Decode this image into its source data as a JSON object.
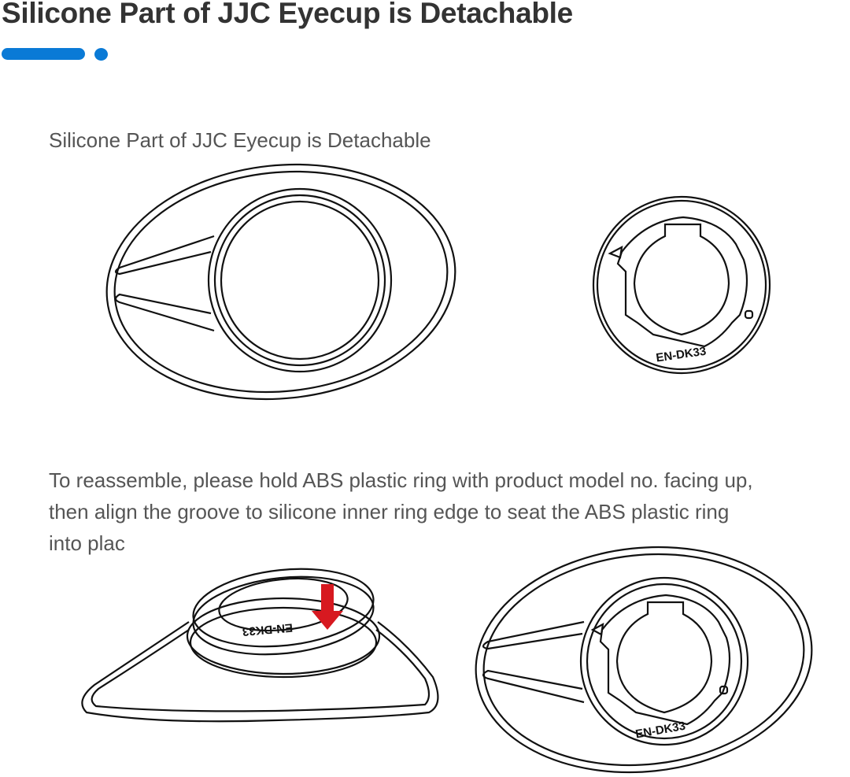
{
  "header": {
    "title": "Silicone Part of JJC Eyecup is Detachable",
    "accent_color": "#0a7ad6"
  },
  "section1": {
    "caption": "Silicone Part of JJC Eyecup is Detachable",
    "ring_model_label": "EN-DK33"
  },
  "section2": {
    "lines": [
      "To reassemble, please hold ABS plastic ring with product model no. facing up,",
      "then align the groove to silicone inner ring edge to seat the ABS plastic ring",
      "into plac"
    ],
    "ring_model_label": "EN-DK33",
    "arrow_color": "#d71920"
  }
}
